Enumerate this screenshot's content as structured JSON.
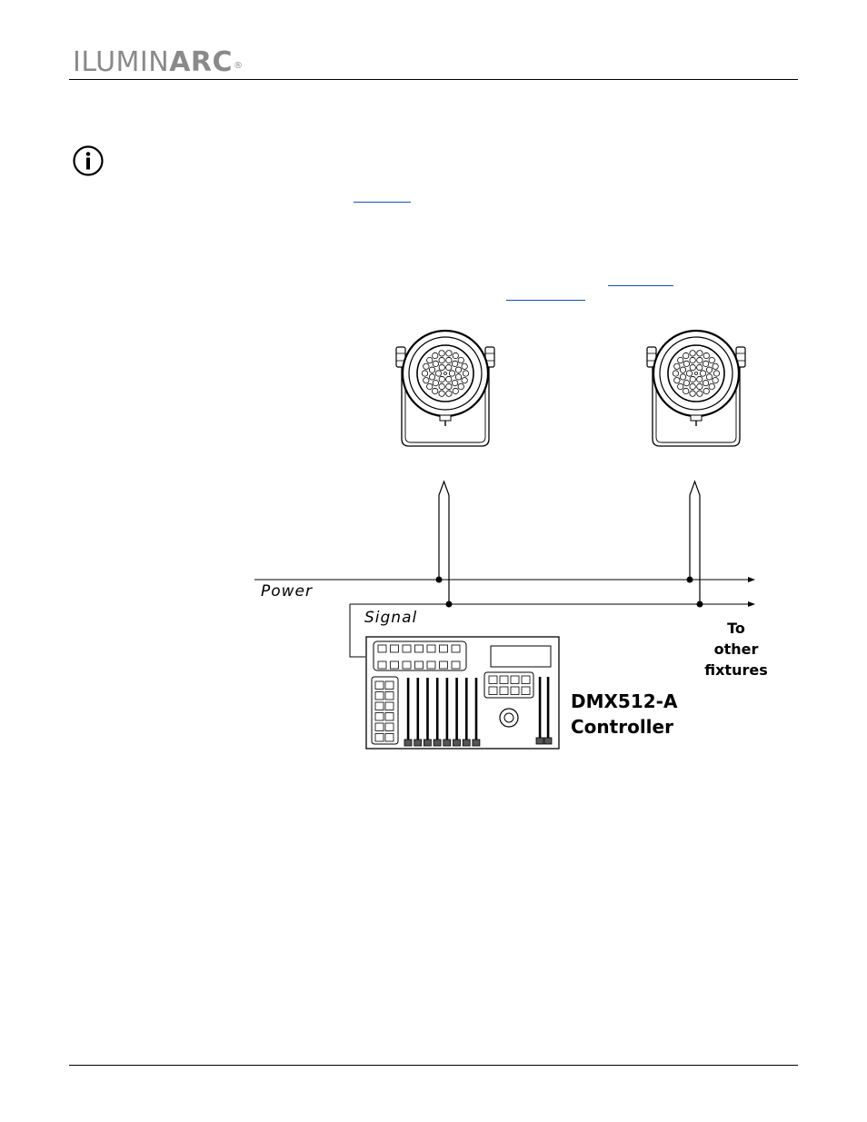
{
  "header": {
    "logo_light": "ILUMIN",
    "logo_bold": "ARC",
    "logo_mark": "®"
  },
  "note": {
    "icon": "info-icon"
  },
  "diagram": {
    "power_label": "Power",
    "signal_label": "Signal",
    "to_other_fixtures": [
      "To",
      "other",
      "fixtures"
    ],
    "controller_label": [
      "DMX512-A",
      "Controller"
    ],
    "fixture_count": 2
  }
}
